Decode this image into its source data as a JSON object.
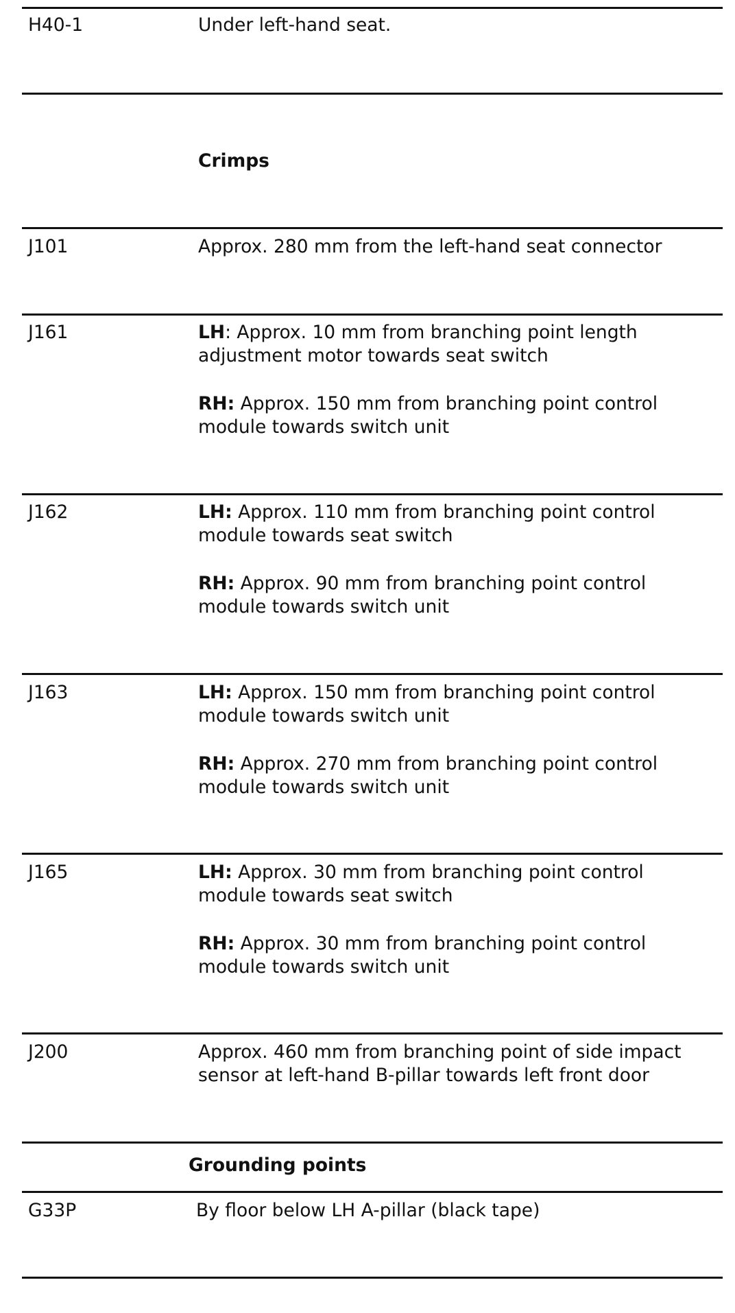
{
  "rows": [
    {
      "code": "H40-1",
      "lines": [
        "Under left-hand seat."
      ]
    },
    {
      "section": "Crimps"
    },
    {
      "code": "J101",
      "lines": [
        "Approx. 280 mm from the left-hand seat connector"
      ]
    },
    {
      "code": "J161",
      "lh": {
        "label": "LH",
        "line1": ": Approx. 10 mm from branching point length",
        "line2": "adjustment motor towards seat switch"
      },
      "rh": {
        "label": "RH:",
        "line1": " Approx. 150 mm from branching point control",
        "line2": "module towards switch unit"
      }
    },
    {
      "code": "J162",
      "lh": {
        "label": "LH:",
        "line1": " Approx. 110 mm from branching point control",
        "line2": "module towards seat switch"
      },
      "rh": {
        "label": "RH:",
        "line1": " Approx. 90 mm from branching point control",
        "line2": "module towards switch unit"
      }
    },
    {
      "code": "J163",
      "lh": {
        "label": "LH:",
        "line1": " Approx. 150 mm from branching point control",
        "line2": "module towards switch unit"
      },
      "rh": {
        "label": "RH:",
        "line1": " Approx. 270 mm from branching point control",
        "line2": "module towards switch unit"
      }
    },
    {
      "code": "J165",
      "lh": {
        "label": "LH:",
        "line1": " Approx. 30 mm from branching point control",
        "line2": "module towards seat switch"
      },
      "rh": {
        "label": "RH:",
        "line1": " Approx. 30 mm from branching point control",
        "line2": "module towards switch unit"
      }
    },
    {
      "code": "J200",
      "lines": [
        "Approx. 460 mm from branching point of side impact",
        "sensor at left-hand B-pillar towards left front door"
      ]
    },
    {
      "section": "Grounding points"
    },
    {
      "code": "G33P",
      "lines": [
        "By floor below LH A-pillar (black tape)"
      ]
    }
  ]
}
